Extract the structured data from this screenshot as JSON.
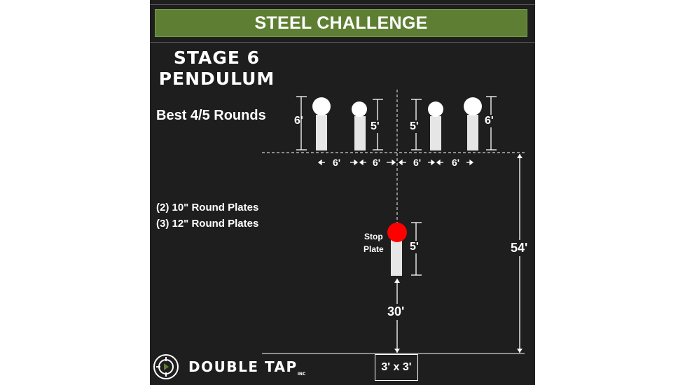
{
  "header": {
    "title": "STEEL CHALLENGE"
  },
  "stage": {
    "line1": "STAGE 6",
    "line2": "PENDULUM"
  },
  "scoring": {
    "text": "Best 4/5 Rounds"
  },
  "plates": {
    "line1": "(2) 10\" Round Plates",
    "line2": "(3) 12\" Round Plates"
  },
  "targets": {
    "heights": [
      "6'",
      "5'",
      "5'",
      "6'"
    ],
    "spacing": [
      "6'",
      "6'",
      "6'",
      "6'"
    ],
    "stop_label_1": "Stop",
    "stop_label_2": "Plate",
    "stop_height": "5'"
  },
  "distances": {
    "downrange": "54'",
    "stop_plate": "30'"
  },
  "shooting_box": {
    "size": "3' x 3'"
  },
  "logo": {
    "name": "DOUBLE TAP",
    "suffix": "INC"
  },
  "colors": {
    "banner": "#5e7f33",
    "stop_plate": "#ff0000",
    "background": "#1e1e1e"
  }
}
